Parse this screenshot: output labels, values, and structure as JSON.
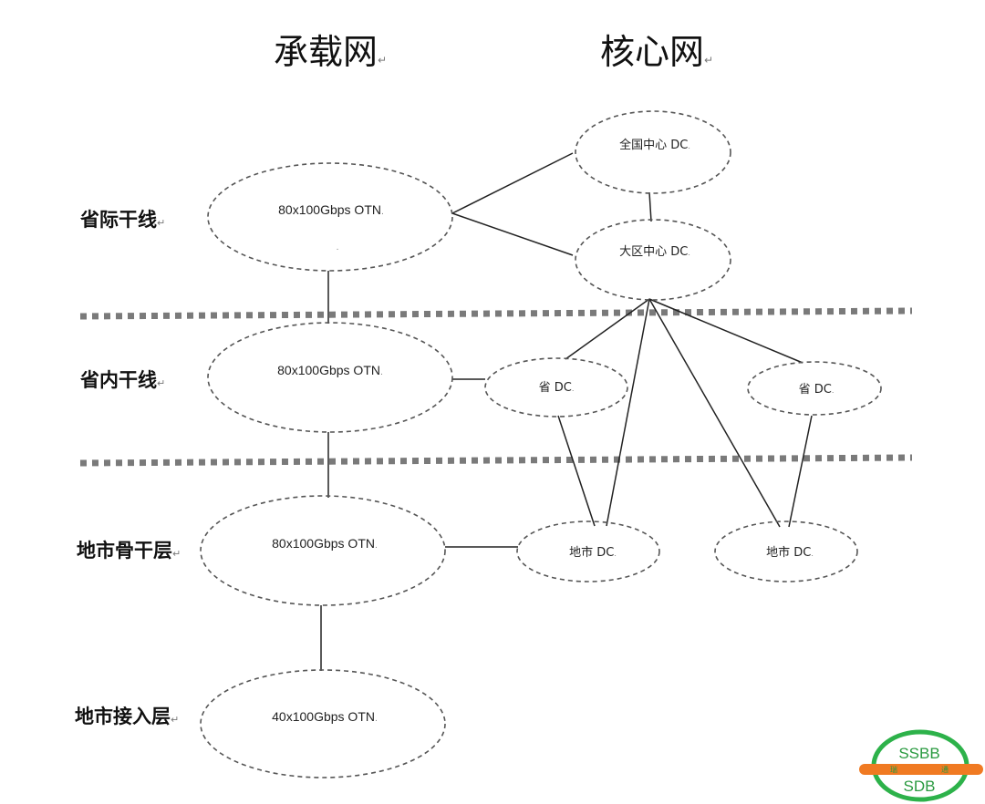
{
  "columns": {
    "bearer": "承载网",
    "core": "核心网"
  },
  "layers": {
    "interprovincial": "省际干线",
    "intraprovincial": "省内干线",
    "metro_backbone": "地市骨干层",
    "metro_access": "地市接入层"
  },
  "bearer_nodes": {
    "interprovincial": "80x100Gbps OTN",
    "intraprovincial": "80x100Gbps OTN",
    "metro_backbone": "80x100Gbps OTN",
    "metro_access": "40x100Gbps OTN"
  },
  "core_nodes": {
    "national": "全国中心 DC",
    "regional": "大区中心 DC",
    "province_a": "省 DC",
    "province_b": "省 DC",
    "city_a": "地市 DC",
    "city_b": "地市 DC"
  },
  "marks": {
    "paragraph": "↵",
    "cell": "."
  },
  "logo": {
    "top": "SSBB",
    "bottom": "SDB",
    "left_small": "瑞",
    "right_small": "通"
  },
  "colors": {
    "logo_green": "#2db24a",
    "logo_orange": "#f07a22",
    "separator": "#7a7a7a"
  }
}
